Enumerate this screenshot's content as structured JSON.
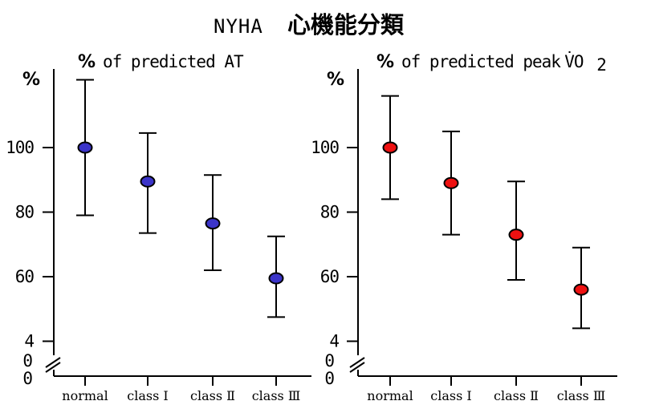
{
  "figure": {
    "title_latin": "NYHA",
    "title_cjk": "心機能分類"
  },
  "chart_data": [
    {
      "type": "scatter",
      "title_unit": "%",
      "title": "of predicted AT",
      "ylabel": "%",
      "categories": [
        "normal",
        "class Ⅰ",
        "class Ⅱ",
        "class Ⅲ"
      ],
      "y_ticks": [
        {
          "label": "100",
          "value": 100
        },
        {
          "label": "80",
          "value": 80
        },
        {
          "label": "60",
          "value": 60
        },
        {
          "label": "4",
          "value": 40
        }
      ],
      "y_break_labels": [
        "0",
        "0"
      ],
      "marker_color": "#3b34c9",
      "series": [
        {
          "values": [
            100,
            89.5,
            76.5,
            59.5
          ],
          "error_low": [
            79,
            73.5,
            62,
            47.5
          ],
          "error_high": [
            121,
            104.5,
            91.5,
            72.5
          ]
        }
      ]
    },
    {
      "type": "scatter",
      "title_unit": "%",
      "title": "of predicted peak",
      "title_sym": "V̇O",
      "title_sub": "2",
      "ylabel": "%",
      "categories": [
        "normal",
        "class Ⅰ",
        "class Ⅱ",
        "class Ⅲ"
      ],
      "y_ticks": [
        {
          "label": "100",
          "value": 100
        },
        {
          "label": "80",
          "value": 80
        },
        {
          "label": "60",
          "value": 60
        },
        {
          "label": "4",
          "value": 40
        }
      ],
      "y_break_labels": [
        "0",
        "0"
      ],
      "marker_color": "#ee1111",
      "series": [
        {
          "values": [
            100,
            89,
            73,
            56
          ],
          "error_low": [
            84,
            73,
            59,
            44
          ],
          "error_high": [
            116,
            105,
            89.5,
            69
          ]
        }
      ]
    }
  ]
}
